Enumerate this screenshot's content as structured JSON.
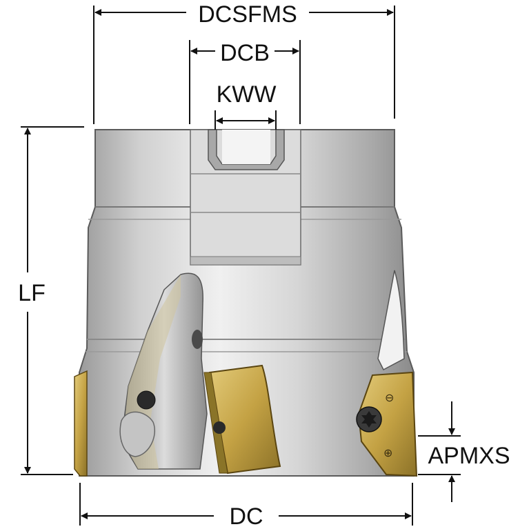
{
  "labels": {
    "dcsfms": "DCSFMS",
    "dcb": "DCB",
    "kww": "KWW",
    "lf": "LF",
    "apmxs": "APMXS",
    "dc": "DC"
  },
  "colors": {
    "body_light": "#e6e6e6",
    "body_mid": "#b8b8b8",
    "body_dark": "#8e8e8e",
    "insert_gold": "#c8a84a",
    "insert_dark": "#7a6420",
    "line": "#111111"
  }
}
